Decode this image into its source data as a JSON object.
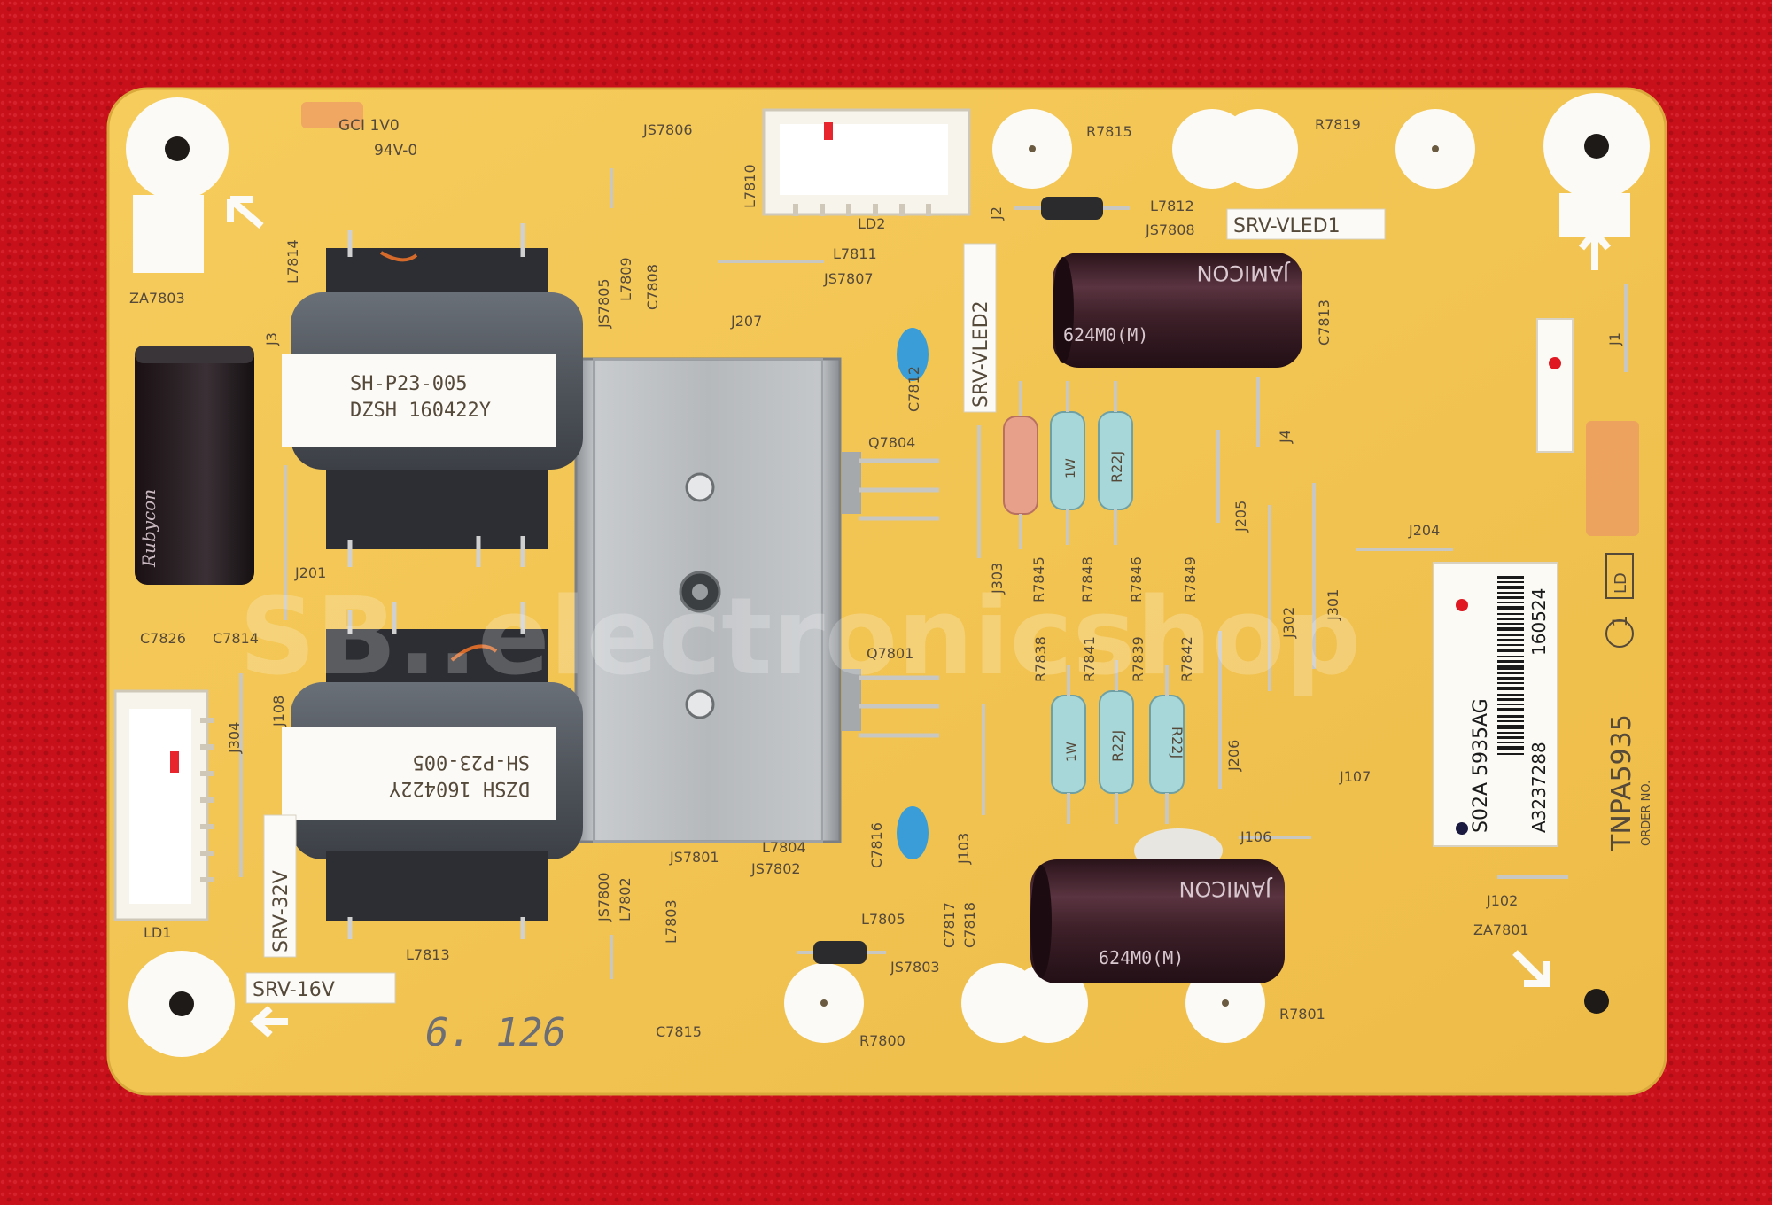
{
  "colors": {
    "carpet": "#c8101a",
    "board": "#f3c654",
    "silkscreen": "#55493a",
    "transformer_core": "#5b6068",
    "capacitor": "#3e2029",
    "heatsink": "#b9bcc0"
  },
  "board": {
    "top_marks": {
      "gci": "GCI 1V0",
      "rating": "94V-0"
    },
    "part_number": "TNPA5935",
    "revision": "1",
    "suffix": "LD",
    "order_no": "ORDER NO.",
    "handwritten": "6. 126",
    "boxed_labels": {
      "srv_vled1": "SRV-VLED1",
      "srv_vled2": "SRV-VLED2",
      "srv_32v": "SRV-32V",
      "srv_16v": "SRV-16V"
    }
  },
  "transformers": [
    {
      "line1": "SH-P23-005",
      "line2": "DZSH 160422Y"
    },
    {
      "line1": "SH-P23-005",
      "line2": "DZSH 160422Y"
    }
  ],
  "capacitors": {
    "left_brand": "Rubycon",
    "brand": "JAMICON",
    "marking": "624M0(M)"
  },
  "resistors": {
    "power": "1W",
    "value": "R22J"
  },
  "sticker": {
    "code1": "S02A 5935AG",
    "code2": "A3237288",
    "date": "160524"
  },
  "watermark": "SB..electronicshop",
  "designators": {
    "js7806": "JS7806",
    "l7810": "L7810",
    "ld2": "LD2",
    "r7815": "R7815",
    "r7819": "R7819",
    "za7803": "ZA7803",
    "l7814": "L7814",
    "j3": "J3",
    "js7805": "JS7805",
    "l7809": "L7809",
    "c7808": "C7808",
    "l7811": "L7811",
    "js7807": "JS7807",
    "j207": "J207",
    "j2": "J2",
    "l7812": "L7812",
    "js7808": "JS7808",
    "c7813": "C7813",
    "c7812": "C7812",
    "j1": "J1",
    "q7804": "Q7804",
    "j4": "J4",
    "j205": "J205",
    "j204": "J204",
    "j201": "J201",
    "c7826": "C7826",
    "c7814": "C7814",
    "j303": "J303",
    "r7845": "R7845",
    "r7848": "R7848",
    "r7846": "R7846",
    "r7849": "R7849",
    "j302": "J302",
    "j301": "J301",
    "j304": "J304",
    "j108": "J108",
    "q7801": "Q7801",
    "r7838": "R7838",
    "r7841": "R7841",
    "r7839": "R7839",
    "r7842": "R7842",
    "j206": "J206",
    "j107": "J107",
    "j103": "J103",
    "c7816": "C7816",
    "j106": "J106",
    "ld1": "LD1",
    "js7800": "JS7800",
    "l7802": "L7802",
    "js7801": "JS7801",
    "l7804": "L7804",
    "js7802": "JS7802",
    "l7803": "L7803",
    "l7805": "L7805",
    "c7817": "C7817",
    "c7818": "C7818",
    "js7803": "JS7803",
    "l7813": "L7813",
    "c7815": "C7815",
    "r7800": "R7800",
    "r7801": "R7801",
    "j102": "J102",
    "za7801": "ZA7801"
  }
}
